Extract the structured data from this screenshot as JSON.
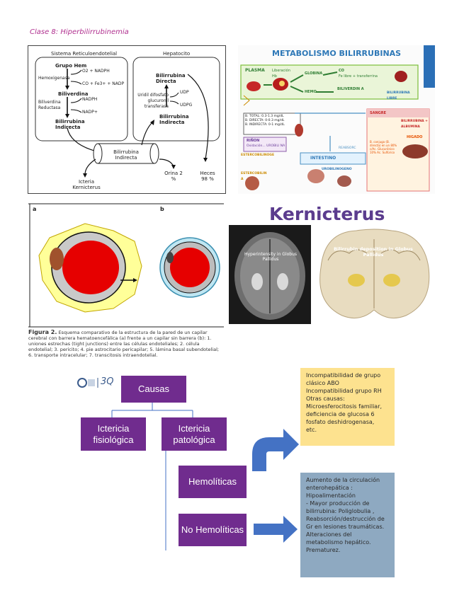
{
  "page_title": "Clase 8: Hiperbilirrubinemia",
  "diagram1": {
    "header_left": "Sistema Reticuloendotelial",
    "header_right": "Hepatocito",
    "grupo_hem": "Grupo Hem",
    "hemoxigenasa": "Hemoxigenasa",
    "o2_nadph": "O2 + NADPH",
    "co_fe": "CO + Fe3+ + NADP",
    "biliverdina": "Biliverdina",
    "biliverdina_reductasa": "Biliverdina Reductasa",
    "nadph": "NADPH",
    "nadp": "NADP+",
    "bili_indirecta_left": "Bilirrubina Indirecta",
    "bili_directa": "Bilirrubina Directa",
    "udp_glucuronil": "Uridil difosfato glucuronil transferasa",
    "udp": "UDP",
    "udpg": "UDPG",
    "bili_indirecta_right": "Bilirrubina Indirecta",
    "bili_indirecta_capilar": "Bilirrubina Indirecta",
    "orina": "Orina 2 %",
    "heces": "Heces 98 %",
    "icteria": "Icteria Kernicterus"
  },
  "metabolismo": {
    "title": "METABOLISMO BILIRRUBINAS",
    "plasma": "PLASMA",
    "liberacion": "Liberación Hb",
    "globina": "GLOBINA",
    "hemo": "HEMO",
    "co": "CO",
    "fe": "Fe libre + transferrina",
    "biliverdina": "BILIVERDIN A",
    "bilirrubina_libre": "BILIRRUBINA LIBRE",
    "valores": "B. TOTAL: 0.3-1.3 mg/dL\nB. DIRECTA: 0-0.3 mg/dL\nB. INDIRECTA: 0-1 mg/dL",
    "rinon": "RIÑON",
    "oxidacion": "Oxidación... UROBILI NA",
    "sangre": "SANGRE",
    "bili_albumina": "BILIRRUBINA + ALBUMINA",
    "higado": "HIGADO",
    "higado_detalle": "B. conjuga (B. directa) en un 80% c/Ac. Glucurónico 10% Ac. Sulfúrico",
    "estercobilinogeno": "ESTERCOBILINOGE",
    "estercobilina": "ESTERCOBILIN A",
    "reabsorcion": "REABSORC",
    "intestino": "INTESTINO",
    "urobilinogeno": "UROBILINOGENO"
  },
  "figure2": {
    "label_a": "a",
    "label_b": "b",
    "caption_title": "Figura 2.",
    "caption_text": "Esquema comparativo de la estructura de la pared de un capilar cerebral con barrera hematoencefálica (a) frente a un capilar sin barrera (b): 1. uniones estrechas (tight junctions) entre las células endoteliales; 2. célula endotelial; 3. pericito; 4. pie astrocitario pericapilar; 5. lámina basal subendotelial; 6. transporte intracelular; 7. transcitosis intraendotelial."
  },
  "kernicterus": {
    "title": "Kernicterus",
    "mri_label": "Hyperintensity in Globus Pallidus",
    "brain_label": "Bilirrubin deposition in Globus Pallidus"
  },
  "causas": {
    "logo_text": "3Q",
    "causas": "Causas",
    "fisiologica": "Ictericia fisiológica",
    "patologica": "Ictericia patológica",
    "hemoliticas": "Hemolíticas",
    "no_hemoliticas": "No Hemolíticas",
    "box_hemoliticas": "Incompatibilidad de grupo clásico ABO\nIncompatibilidad grupo RH\nOtras causas:\nMicroesferocitosis familiar,\ndeficiencia de glucosa 6 fosfato deshidrogenasa,\netc.",
    "box_no_hemoliticas": "Aumento de la circulación enterohepática :\nHipoalimentación\n- Mayor producción de bilirrubina: Poliglobulia , Reabsorción/destrucción de Gr en lesiones traumáticas.\nAlteraciones del metabolismo hepático.\nPrematurez."
  },
  "colors": {
    "purple": "#702c8e",
    "blue_arrow": "#4472c4",
    "yellow_box": "#fde28f",
    "blue_box": "#8ea9c1",
    "title_magenta": "#b0308f"
  }
}
